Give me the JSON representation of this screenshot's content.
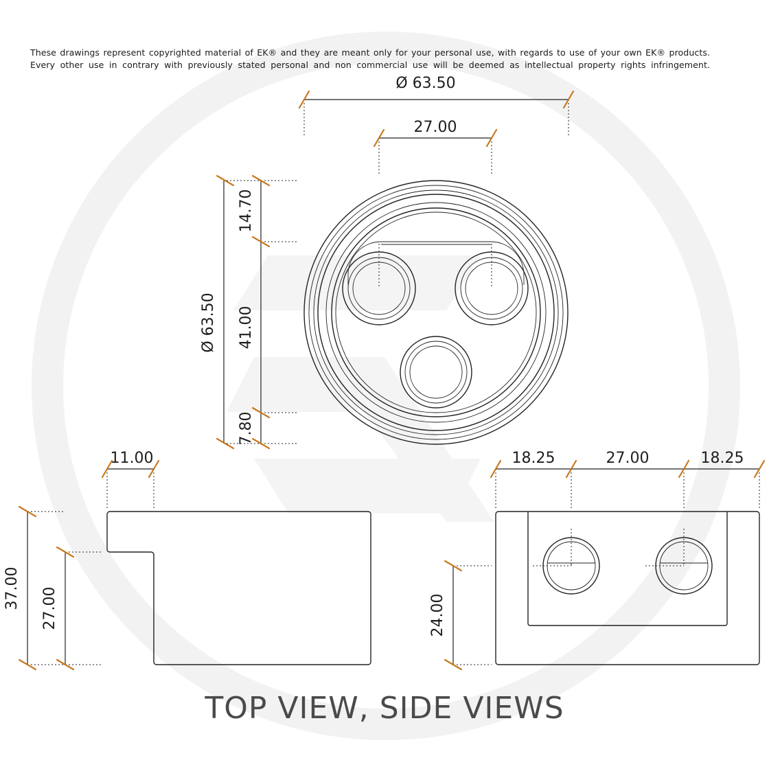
{
  "notice": {
    "line1": "These drawings represent copyrighted material of EK® and they are meant only for your personal use, with regards to use of  your own EK® products.",
    "line2": "Every other use in contrary with previously stated personal and non commercial use will be deemed as intellectual property rights infringement."
  },
  "dimensions": {
    "top_diameter": "Ø 63.50",
    "top_port_spacing": "27.00",
    "left_diameter": "Ø 63.50",
    "left_top_offset": "14.70",
    "left_middle": "41.00",
    "left_bottom_offset": "7.80",
    "side_step_width": "11.00",
    "side_total_height": "37.00",
    "side_step_height": "27.00",
    "front_left_offset": "18.25",
    "front_port_spacing": "27.00",
    "front_right_offset": "18.25",
    "front_port_height": "24.00"
  },
  "caption": "TOP VIEW, SIDE VIEWS",
  "colors": {
    "dimension_tick": "#c8781e",
    "outline": "#222222",
    "watermark": "#f2f2f2"
  }
}
